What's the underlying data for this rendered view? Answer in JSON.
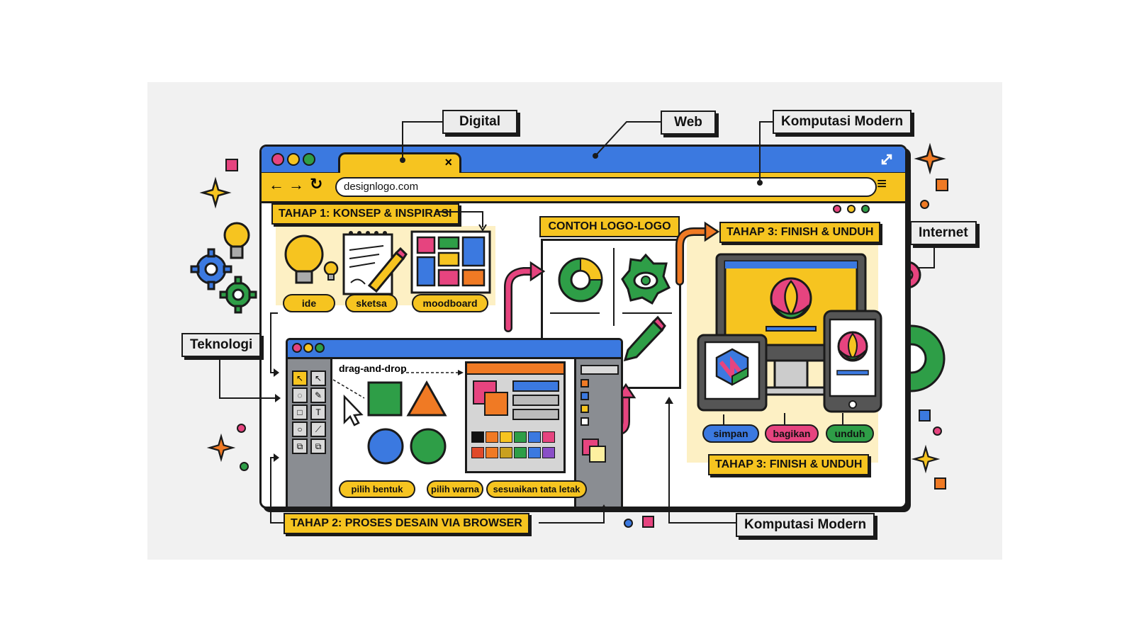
{
  "callouts": {
    "digital": "Digital",
    "web": "Web",
    "komputasi_top": "Komputasi Modern",
    "internet": "Internet",
    "teknologi": "Teknologi",
    "komputasi_bottom": "Komputasi Modern"
  },
  "browser": {
    "url": "designlogo.com",
    "tab_close": "×"
  },
  "stages": {
    "stage1": "TAHAP 1: KONSEP & INSPIRASI",
    "stage2": "TAHAP 2: PROSES DESAIN VIA BROWSER",
    "stage3_top": "TAHAP 3: FINISH & UNDUH",
    "stage3_bottom": "TAHAP 3: FINISH & UNDUH",
    "examples": "CONTOH LOGO-LOGO"
  },
  "stage1_items": [
    "ide",
    "sketsa",
    "moodboard"
  ],
  "stage2": {
    "drag_label": "drag-and-drop",
    "actions": [
      "pilih bentuk",
      "pilih warna",
      "sesuaikan tata letak"
    ]
  },
  "stage3_actions": [
    "simpan",
    "bagikan",
    "unduh"
  ],
  "colors": {
    "blue": "#3b79e0",
    "yellow": "#f6c420",
    "green": "#2e9e47",
    "orange": "#f07a24",
    "pink": "#e6447f"
  }
}
